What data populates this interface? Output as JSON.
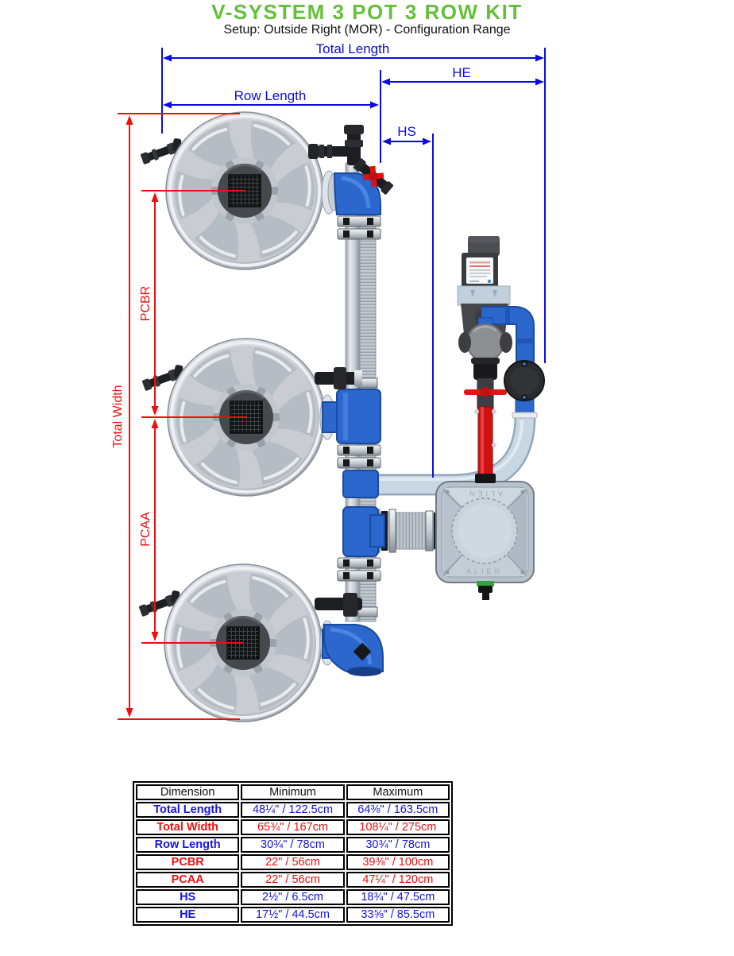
{
  "title": "V-SYSTEM 3 POT 3 ROW KIT",
  "subtitle": "Setup: Outside Right (MOR) - Configuration Range",
  "colors": {
    "title_green": "#63c139",
    "dimension_blue": "#0b0be0",
    "dimension_red": "#f20d0d",
    "table_blue": "#1414e6",
    "table_red": "#ee1010",
    "pipe_blue": "#2b67cd",
    "drain_red": "#cf1111"
  },
  "diagram": {
    "labels": {
      "total_length": "Total Length",
      "he": "HE",
      "row_length": "Row Length",
      "hs": "HS",
      "total_width": "Total Width",
      "pcbr": "PCBR",
      "pcaa": "PCAA"
    },
    "tank_brand": "ALIEN"
  },
  "table": {
    "headers": [
      "Dimension",
      "Minimum",
      "Maximum"
    ],
    "rows": [
      {
        "dimension": "Total Length",
        "min": "48¼\" / 122.5cm",
        "max": "64⅜\" / 163.5cm",
        "color": "blue"
      },
      {
        "dimension": "Total Width",
        "min": "65¾\" / 167cm",
        "max": "108¼\" / 275cm",
        "color": "red"
      },
      {
        "dimension": "Row Length",
        "min": "30¾\" / 78cm",
        "max": "30¾\" / 78cm",
        "color": "blue"
      },
      {
        "dimension": "PCBR",
        "min": "22\" / 56cm",
        "max": "39⅜\" / 100cm",
        "color": "red"
      },
      {
        "dimension": "PCAA",
        "min": "22\" / 56cm",
        "max": "47¼\" / 120cm",
        "color": "red"
      },
      {
        "dimension": "HS",
        "min": "2½\" / 6.5cm",
        "max": "18¾\" / 47.5cm",
        "color": "blue"
      },
      {
        "dimension": "HE",
        "min": "17½\" / 44.5cm",
        "max": "33⅝\" / 85.5cm",
        "color": "blue"
      }
    ]
  }
}
